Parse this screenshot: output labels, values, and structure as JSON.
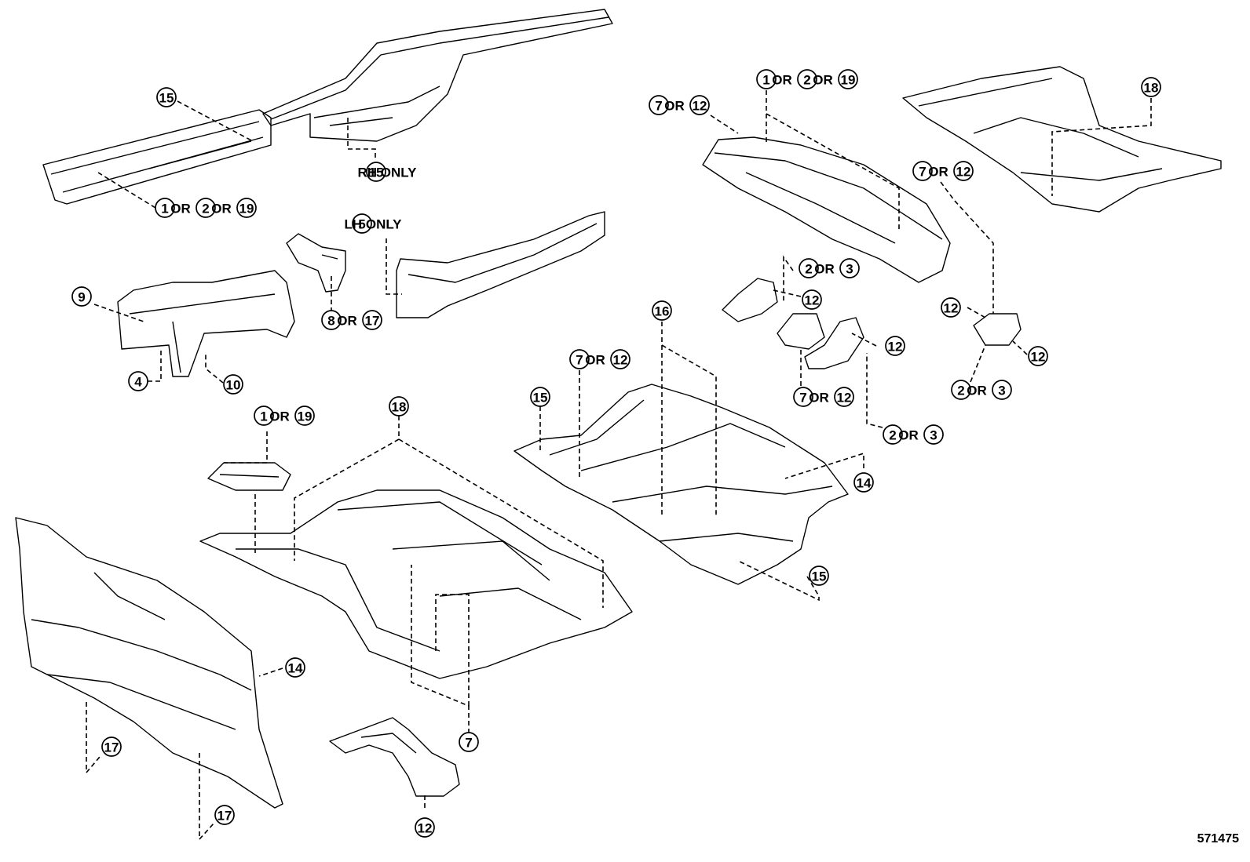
{
  "diagram": {
    "reference_number": "571475",
    "or_label": "OR",
    "notes": {
      "rh_only": "RH ONLY",
      "lh_only": "LH ONLY"
    },
    "callouts": [
      {
        "id": "c15a",
        "nums": [
          "15"
        ]
      },
      {
        "id": "c15rh",
        "nums": [
          "15"
        ],
        "note": "rh_only"
      },
      {
        "id": "c1_2_19a",
        "nums": [
          "1",
          "2",
          "19"
        ]
      },
      {
        "id": "c5lh",
        "nums": [
          "5"
        ],
        "note": "lh_only"
      },
      {
        "id": "c9",
        "nums": [
          "9"
        ]
      },
      {
        "id": "c8_17",
        "nums": [
          "8",
          "17"
        ]
      },
      {
        "id": "c4",
        "nums": [
          "4"
        ]
      },
      {
        "id": "c10",
        "nums": [
          "10"
        ]
      },
      {
        "id": "c1_19",
        "nums": [
          "1",
          "19"
        ]
      },
      {
        "id": "c18a",
        "nums": [
          "18"
        ]
      },
      {
        "id": "c14a",
        "nums": [
          "14"
        ]
      },
      {
        "id": "c17a",
        "nums": [
          "17"
        ]
      },
      {
        "id": "c17b",
        "nums": [
          "17"
        ]
      },
      {
        "id": "c7a",
        "nums": [
          "7"
        ]
      },
      {
        "id": "c12a",
        "nums": [
          "12"
        ]
      },
      {
        "id": "c1_2_19b",
        "nums": [
          "1",
          "2",
          "19"
        ]
      },
      {
        "id": "c7_12a",
        "nums": [
          "7",
          "12"
        ]
      },
      {
        "id": "c18b",
        "nums": [
          "18"
        ]
      },
      {
        "id": "c7_12b",
        "nums": [
          "7",
          "12"
        ]
      },
      {
        "id": "c2_3a",
        "nums": [
          "2",
          "3"
        ]
      },
      {
        "id": "c12b",
        "nums": [
          "12"
        ]
      },
      {
        "id": "c12c",
        "nums": [
          "12"
        ]
      },
      {
        "id": "c12d",
        "nums": [
          "12"
        ]
      },
      {
        "id": "c12e",
        "nums": [
          "12"
        ]
      },
      {
        "id": "c2_3b",
        "nums": [
          "2",
          "3"
        ]
      },
      {
        "id": "c7_12c",
        "nums": [
          "7",
          "12"
        ]
      },
      {
        "id": "c2_3c",
        "nums": [
          "2",
          "3"
        ]
      },
      {
        "id": "c16",
        "nums": [
          "16"
        ]
      },
      {
        "id": "c7_12d",
        "nums": [
          "7",
          "12"
        ]
      },
      {
        "id": "c15b",
        "nums": [
          "15"
        ]
      },
      {
        "id": "c14b",
        "nums": [
          "14"
        ]
      },
      {
        "id": "c15c",
        "nums": [
          "15"
        ]
      }
    ]
  }
}
